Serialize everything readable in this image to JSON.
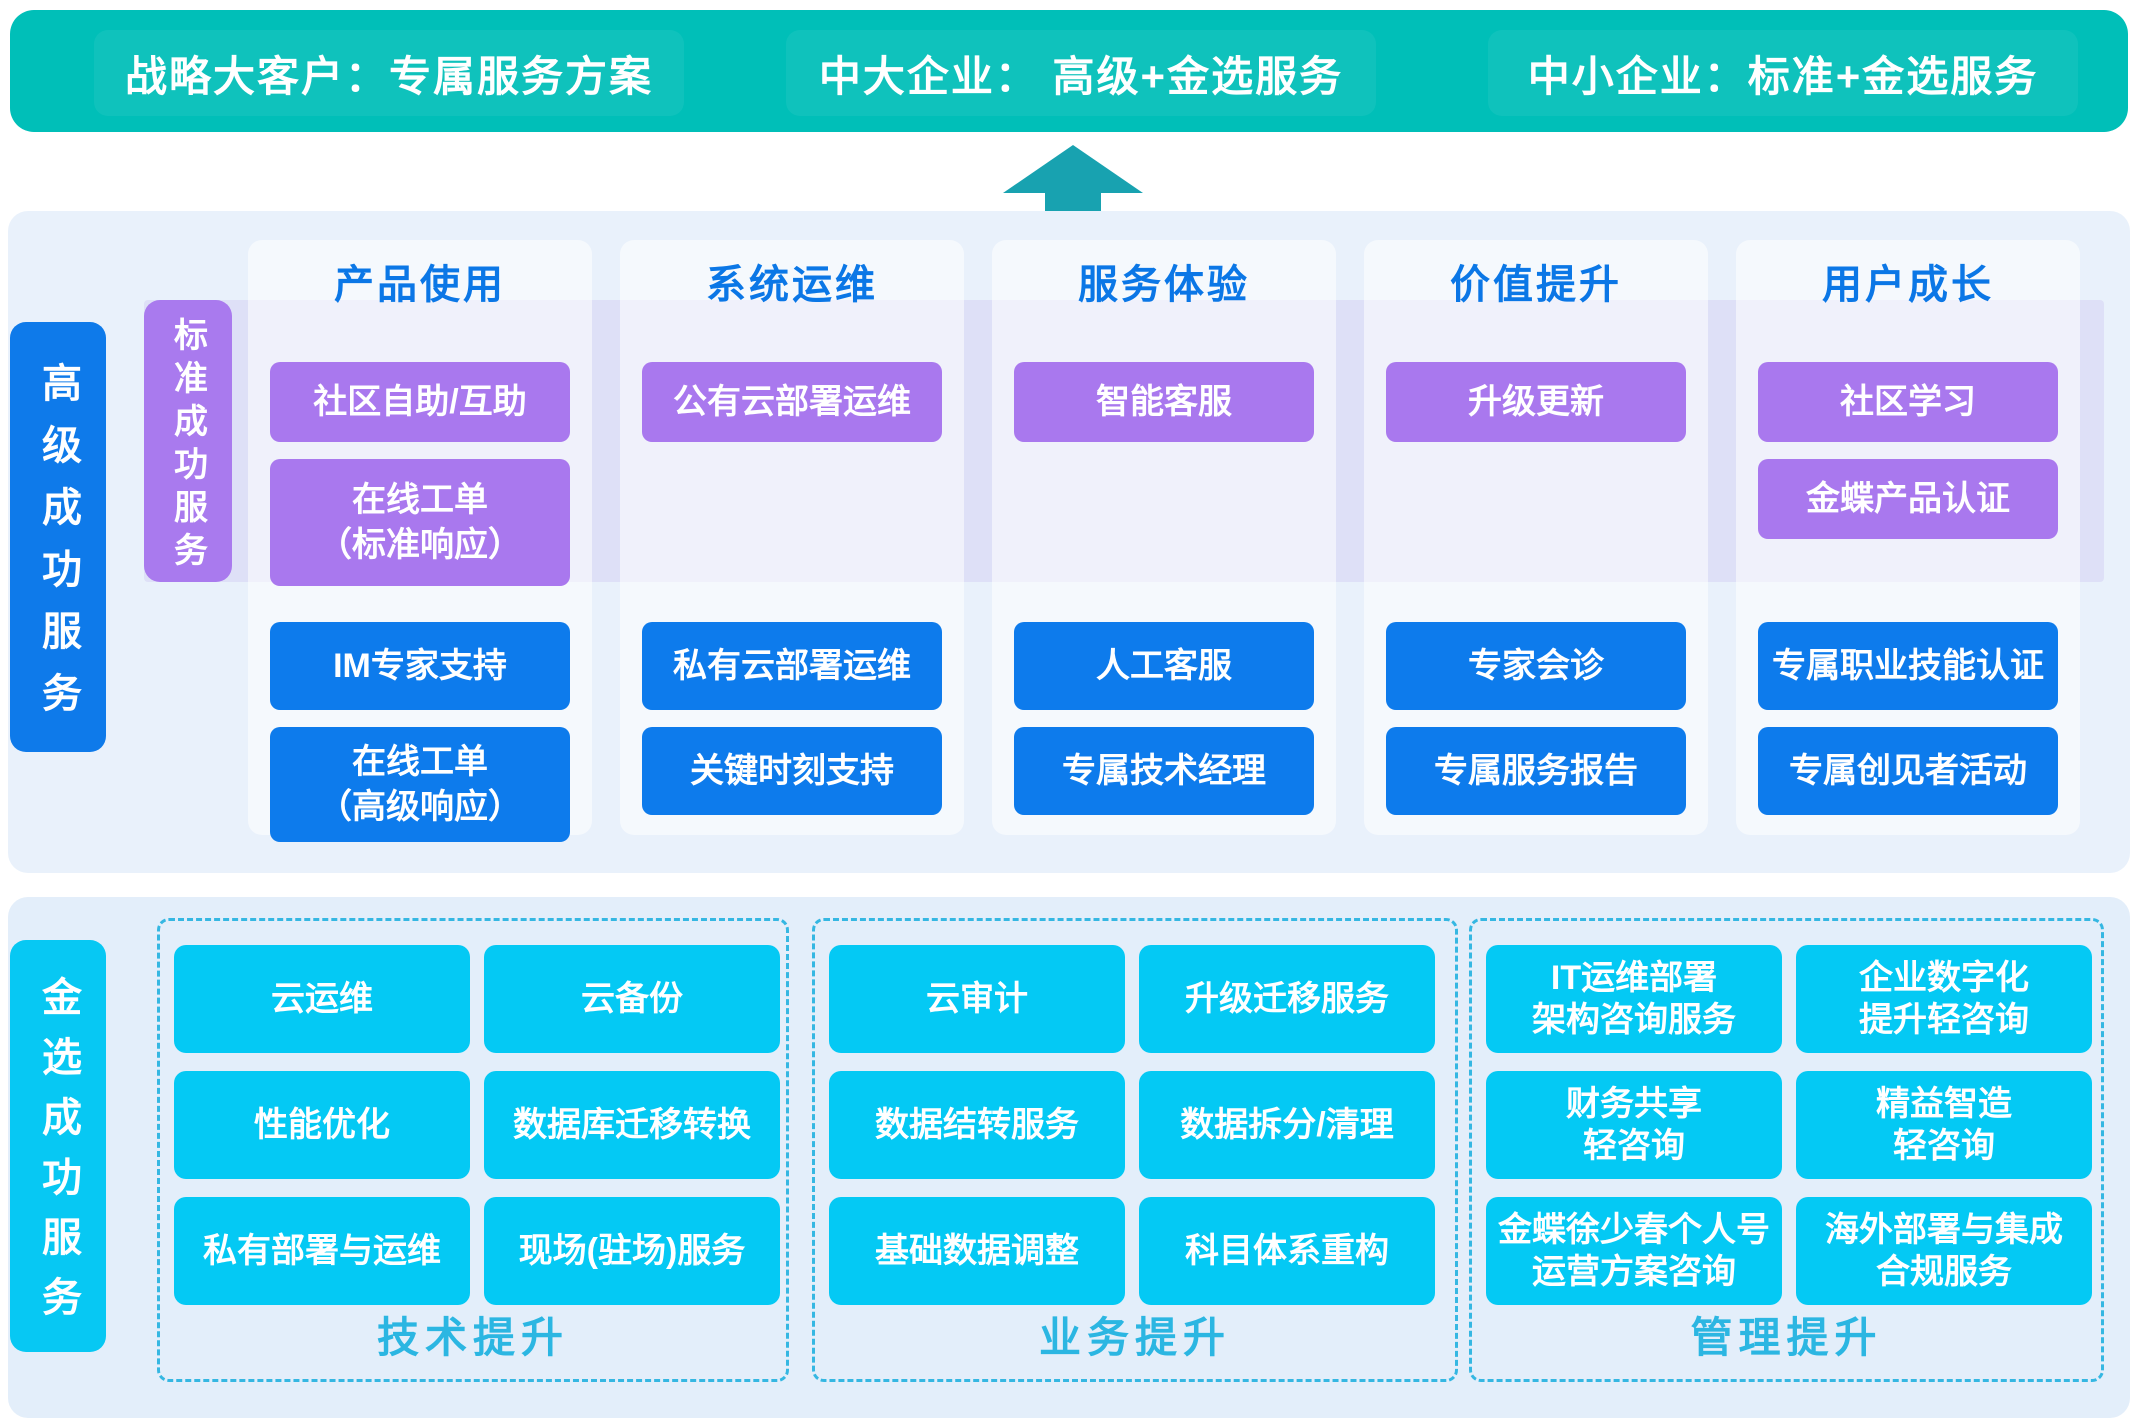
{
  "top_banner": {
    "items": [
      {
        "label": "战略大客户：专属服务方案"
      },
      {
        "label": "中大企业： 高级+金选服务"
      },
      {
        "label": "中小企业：标准+金选服务"
      }
    ]
  },
  "icons": {
    "up_arrow": "css-triangle-up"
  },
  "advanced_section": {
    "side_label": "高级成功服务",
    "standard_label": "标准成功服务",
    "columns": [
      {
        "header": "产品使用",
        "standard": [
          "社区自助/互助",
          "在线工单\n（标准响应）"
        ],
        "advanced": [
          "IM专家支持",
          "在线工单\n（高级响应）"
        ]
      },
      {
        "header": "系统运维",
        "standard": [
          "公有云部署运维"
        ],
        "advanced": [
          "私有云部署运维",
          "关键时刻支持"
        ]
      },
      {
        "header": "服务体验",
        "standard": [
          "智能客服"
        ],
        "advanced": [
          "人工客服",
          "专属技术经理"
        ]
      },
      {
        "header": "价值提升",
        "standard": [
          "升级更新"
        ],
        "advanced": [
          "专家会诊",
          "专属服务报告"
        ]
      },
      {
        "header": "用户成长",
        "standard": [
          "社区学习",
          "金蝶产品认证"
        ],
        "advanced": [
          "专属职业技能认证",
          "专属创见者活动"
        ]
      }
    ]
  },
  "premium_section": {
    "side_label": "金选成功服务",
    "groups": [
      {
        "title": "技术提升",
        "items": [
          "云运维",
          "云备份",
          "性能优化",
          "数据库迁移转换",
          "私有部署与运维",
          "现场(驻场)服务"
        ]
      },
      {
        "title": "业务提升",
        "items": [
          "云审计",
          "升级迁移服务",
          "数据结转服务",
          "数据拆分/清理",
          "基础数据调整",
          "科目体系重构"
        ]
      },
      {
        "title": "管理提升",
        "items": [
          "IT运维部署\n架构咨询服务",
          "企业数字化\n提升轻咨询",
          "财务共享\n轻咨询",
          "精益智造\n轻咨询",
          "金蝶徐少春个人号\n运营方案咨询",
          "海外部署与集成\n合规服务"
        ]
      }
    ]
  },
  "colors": {
    "banner_teal": "#00BFB8",
    "arrow_teal": "#18A2B0",
    "advanced_blue": "#0D7BEC",
    "standard_purple": "#A978EE",
    "premium_cyan": "#04C9F4",
    "header_blue": "#0B77E6",
    "group_title_cyan": "#2BB6E2",
    "dashed_border_cyan": "#35B7E2",
    "mid_bg": "#E9F1FB",
    "bottom_bg": "#E3EEFA",
    "band_lavender": "rgba(170,136,228,0.16)"
  }
}
